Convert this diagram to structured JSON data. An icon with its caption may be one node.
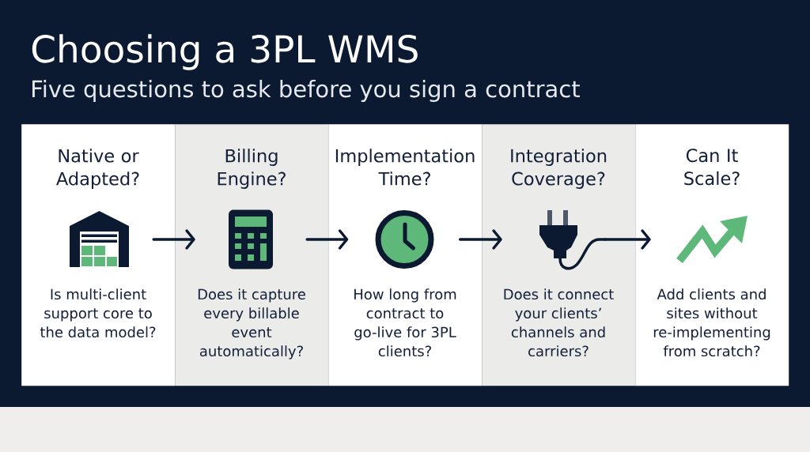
{
  "diagram": {
    "title": "Choosing a 3PL WMS",
    "nodes": [
      {
        "text": [
          "Native or Adapted?",
          "Is multi-client support core to the data model?"
        ]
      },
      {
        "text": [],
        "shape": "picture",
        "in": 0
      },
      {
        "text": [
          "Billing Engine?",
          "Does it capture every billable event automatically?"
        ]
      },
      {
        "text": [],
        "shape": "picture",
        "in": 2
      },
      {
        "text": [
          "Implementation Time?",
          "How long from contract to go-live for 3PL clients?"
        ]
      },
      {
        "text": [],
        "shape": "picture",
        "in": 4
      },
      {
        "text": [
          "Integration Coverage?",
          "Does it connect your clients’ channels and carriers?"
        ]
      },
      {
        "text": [],
        "shape": "picture",
        "in": 6
      },
      {
        "text": [
          "Can It Scale?",
          "Add clients and sites without re-implementing from scratch?"
        ]
      },
      {
        "text": [],
        "shape": "picture",
        "in": 8
      }
    ],
    "edges": [
      {
        "from": 1,
        "to": 3,
        "arrow": "to"
      },
      {
        "from": 3,
        "to": 5,
        "arrow": "to"
      },
      {
        "from": 5,
        "to": 7,
        "arrow": "to"
      },
      {
        "from": 7,
        "to": 9,
        "arrow": "to"
      }
    ],
    "labels": [
      "Five questions to ask before you sign a contract"
    ]
  }
}
